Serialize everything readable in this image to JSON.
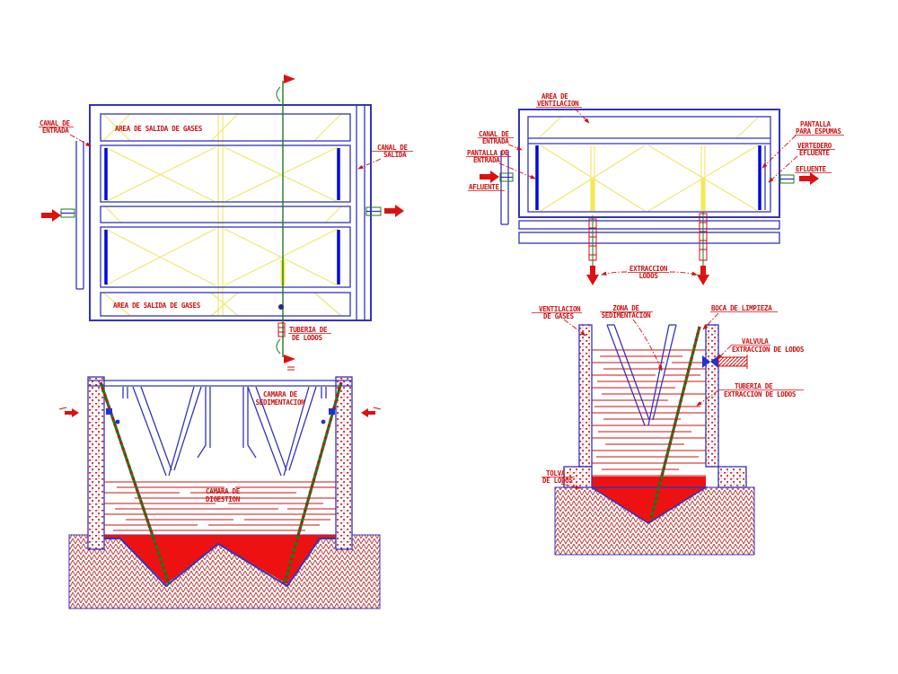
{
  "colors": {
    "line_blue": "#3434b8",
    "accent_blue": "#0008e0",
    "label_red": "#cc1111",
    "fill_red": "#ee1111",
    "brace_yellow": "#f2ea55",
    "section_green": "#1e7a1e",
    "background": "#ffffff"
  },
  "views": {
    "plan_left": {
      "labels": {
        "canal_entrada": [
          "CANAL DE",
          "ENTRADA"
        ],
        "area_salida_gases_top": "AREA DE SALIDA DE GASES",
        "area_salida_gases_bottom": "AREA DE SALIDA DE GASES",
        "canal_salida": [
          "CANAL DE",
          "SALIDA"
        ],
        "tuberia_lodos": [
          "TUBERIA DE",
          "DE LODOS"
        ]
      }
    },
    "plan_right": {
      "labels": {
        "area_ventilacion": [
          "AREA DE",
          "VENTILACION"
        ],
        "canal_entrada": [
          "CANAL DE",
          "ENTRADA"
        ],
        "pantalla_entrada": [
          "PANTALLA DE",
          "ENTRADA"
        ],
        "afluente": "AFLUENTE",
        "pantalla_espumas": [
          "PANTALLA",
          "PARA ESPUMAS"
        ],
        "vertedero_efluente": [
          "VERTEDERO",
          "EFLUENTE"
        ],
        "efluente": "EFLUENTE",
        "extraccion_lodos": [
          "EXTRACCION",
          "LODOS"
        ]
      }
    },
    "section_left": {
      "labels": {
        "camara_sedimentacion": [
          "CAMARA DE",
          "SEDIMENTACION"
        ],
        "camara_digestion": [
          "CAMARA DE",
          "DIGESTION"
        ]
      }
    },
    "section_right": {
      "labels": {
        "ventilacion_gases": [
          "VENTILACION",
          "DE GASES"
        ],
        "zona_sedimentacion": [
          "ZONA DE",
          "SEDIMENTACION"
        ],
        "boca_limpieza": "BOCA DE LIMPIEZA",
        "valvula": [
          "VALVULA",
          "EXTRACCION DE LODOS"
        ],
        "tuberia_extraccion": [
          "TUBERIA DE",
          "EXTRACCION DE LODOS"
        ],
        "tolva_lodos": [
          "TOLVA",
          "DE LODOS"
        ]
      }
    }
  }
}
